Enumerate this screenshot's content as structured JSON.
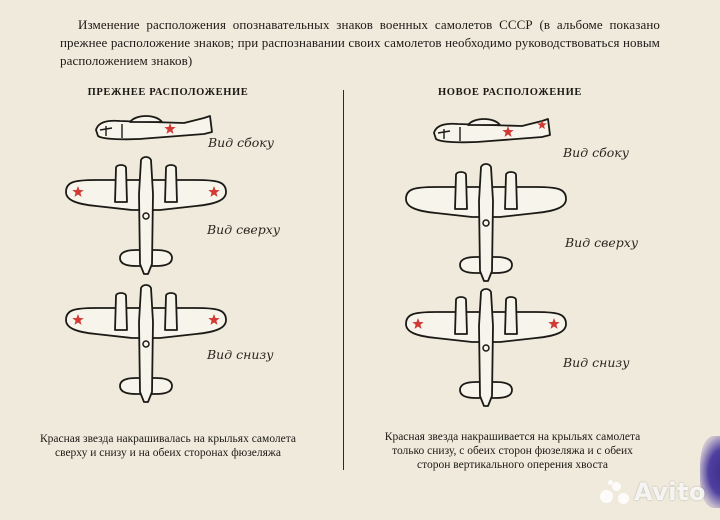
{
  "intro": "Изменение расположения опознавательных знаков военных самолетов СССР (в альбоме показано прежнее расположение знаков; при распознавании своих самолетов необходимо руководствоваться новым расположением знаков)",
  "left": {
    "title": "ПРЕЖНЕЕ РАСПОЛОЖЕНИЕ",
    "side_label": "Вид сбоку",
    "top_label": "Вид сверху",
    "bottom_label": "Вид снизу",
    "caption_line1": "Красная звезда накрашивалась на крыльях самолета",
    "caption_line2": "сверху и снизу и на обеих сторонах фюзеляжа"
  },
  "right": {
    "title": "НОВОЕ РАСПОЛОЖЕНИЕ",
    "side_label": "Вид сбоку",
    "top_label": "Вид сверху",
    "bottom_label": "Вид снизу",
    "caption_line1": "Красная звезда накрашивается на крыльях самолета",
    "caption_line2": "только снизу, с обеих сторон фюзеляжа и с обеих",
    "caption_line3": "сторон вертикального оперения хвоста"
  },
  "watermark": "Avito",
  "colors": {
    "paper": "#efeadc",
    "ink": "#1c1a16",
    "star_red": "#d23a35",
    "plane_fill": "#f7f4ec",
    "ink_stain": "#3b2e86"
  }
}
